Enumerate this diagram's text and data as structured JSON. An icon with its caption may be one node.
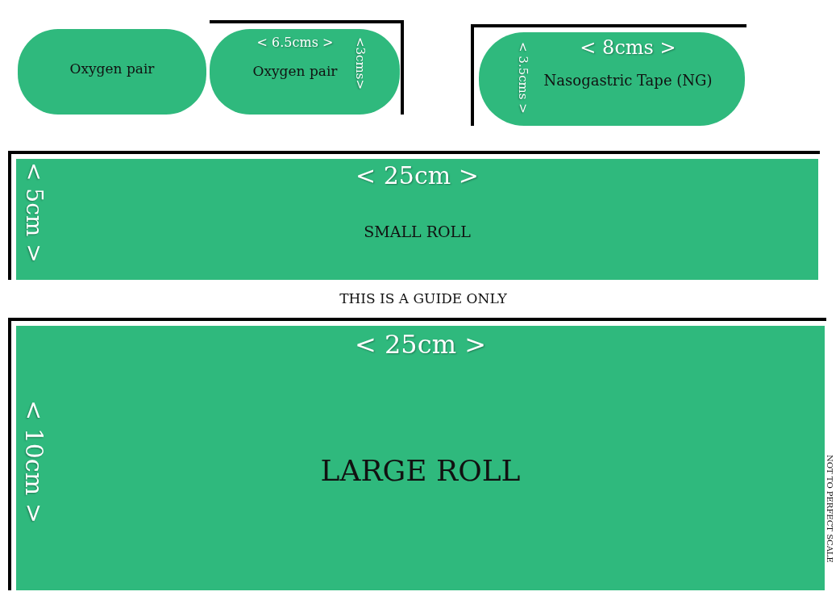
{
  "diagram": {
    "nodes": [
      {
        "text": [
          "Oxygen pair"
        ]
      },
      {
        "text": [
          "< 6.5cms >",
          "Oxygen pair",
          "<3cms>"
        ]
      },
      {
        "text": [
          "< 8cms >",
          "Nasogastric Tape (NG)",
          "< 3.5cms >"
        ]
      },
      {
        "text": [
          "< 25cm >",
          "SMALL ROLL",
          "< 5cm >"
        ]
      },
      {
        "text": [
          "< 25cm >",
          "LARGE ROLL",
          "< 10cm >"
        ]
      }
    ],
    "labels": [
      "THIS IS A GUIDE ONLY",
      "NOT TO PERFECT SCALE"
    ]
  }
}
